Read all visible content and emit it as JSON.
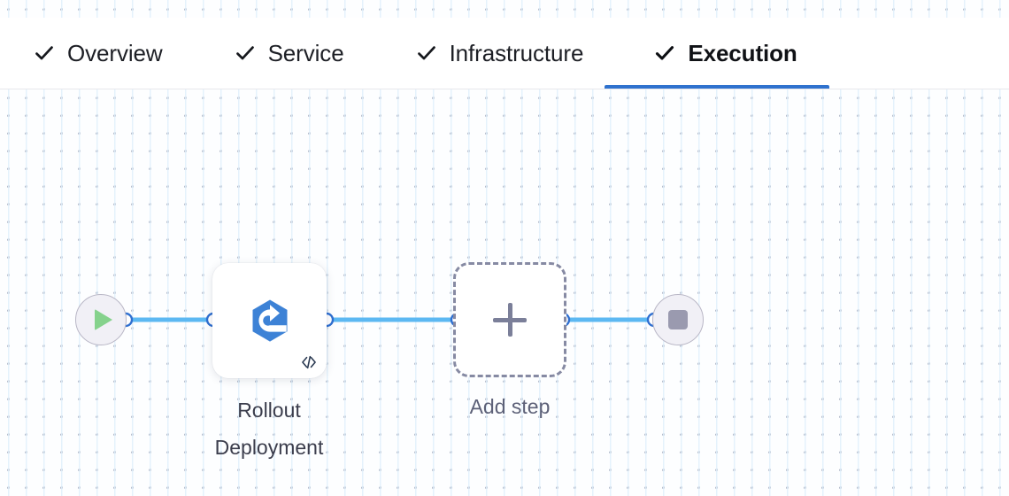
{
  "tabs": [
    {
      "id": "overview",
      "label": "Overview",
      "icon": "check-icon",
      "completed": true,
      "active": false
    },
    {
      "id": "service",
      "label": "Service",
      "icon": "check-icon",
      "completed": true,
      "active": false
    },
    {
      "id": "infrastructure",
      "label": "Infrastructure",
      "icon": "check-icon",
      "completed": true,
      "active": false
    },
    {
      "id": "execution",
      "label": "Execution",
      "icon": "check-icon",
      "completed": true,
      "active": true
    }
  ],
  "colors": {
    "active_tab_underline": "#2f72ce",
    "tab_text": "#1d1f25",
    "edge_line": "#5cb8f2",
    "port_ring": "#2f6fd0",
    "step_icon": "#3d82d6",
    "start_play": "#85d28c",
    "end_stop": "#9a9aaf",
    "add_step_border": "#868aa3",
    "canvas_dot": "#b6bdcc"
  },
  "pipeline": {
    "nodes": [
      {
        "id": "start",
        "type": "start",
        "label": "",
        "icon": "play-icon"
      },
      {
        "id": "rollout",
        "type": "step",
        "label": "Rollout\nDeployment",
        "icon": "rollout-deployment-icon",
        "badge": "code-icon"
      },
      {
        "id": "add-step",
        "type": "add",
        "label": "Add step",
        "icon": "plus-icon"
      },
      {
        "id": "end",
        "type": "end",
        "label": "",
        "icon": "stop-icon"
      }
    ],
    "edges": [
      {
        "from": "start",
        "to": "rollout"
      },
      {
        "from": "rollout",
        "to": "add-step"
      },
      {
        "from": "add-step",
        "to": "end"
      }
    ]
  }
}
